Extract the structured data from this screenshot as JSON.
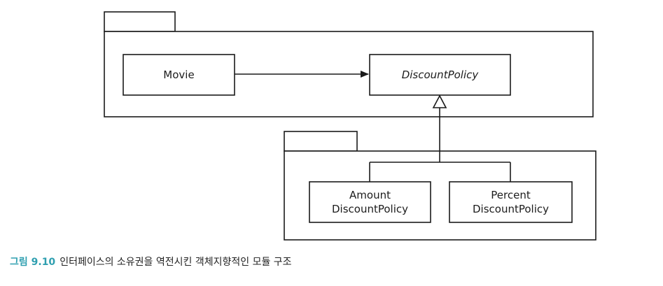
{
  "diagram": {
    "classes": {
      "movie": "Movie",
      "discount_policy": "DiscountPolicy",
      "amount_line1": "Amount",
      "amount_line2": "DiscountPolicy",
      "percent_line1": "Percent",
      "percent_line2": "DiscountPolicy"
    },
    "abstract_class_italic": true
  },
  "caption": {
    "label": "그림 9.10",
    "text": "인터페이스의 소유권을 역전시킨 객체지향적인 모듈 구조"
  },
  "colors": {
    "line": "#1a1a1a",
    "caption_label": "#2f9fb0"
  }
}
